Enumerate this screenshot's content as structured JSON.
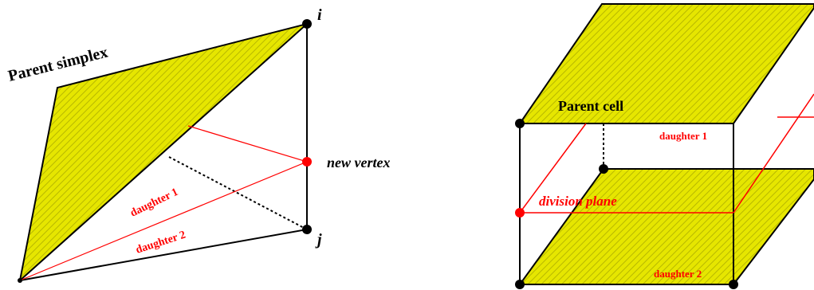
{
  "colors": {
    "fill": "#e6e600",
    "hatch": "#b8b800",
    "edge": "#000000",
    "accent": "#ff0000",
    "vertex": "#000000"
  },
  "left": {
    "title": "Parent simplex",
    "vertex_i": "i",
    "vertex_j": "j",
    "new_vertex": "new vertex",
    "daughter1": "daughter 1",
    "daughter2": "daughter 2"
  },
  "right": {
    "title": "Parent cell",
    "division_plane": "division plane",
    "daughter1": "daughter 1",
    "daughter2": "daughter 2"
  }
}
